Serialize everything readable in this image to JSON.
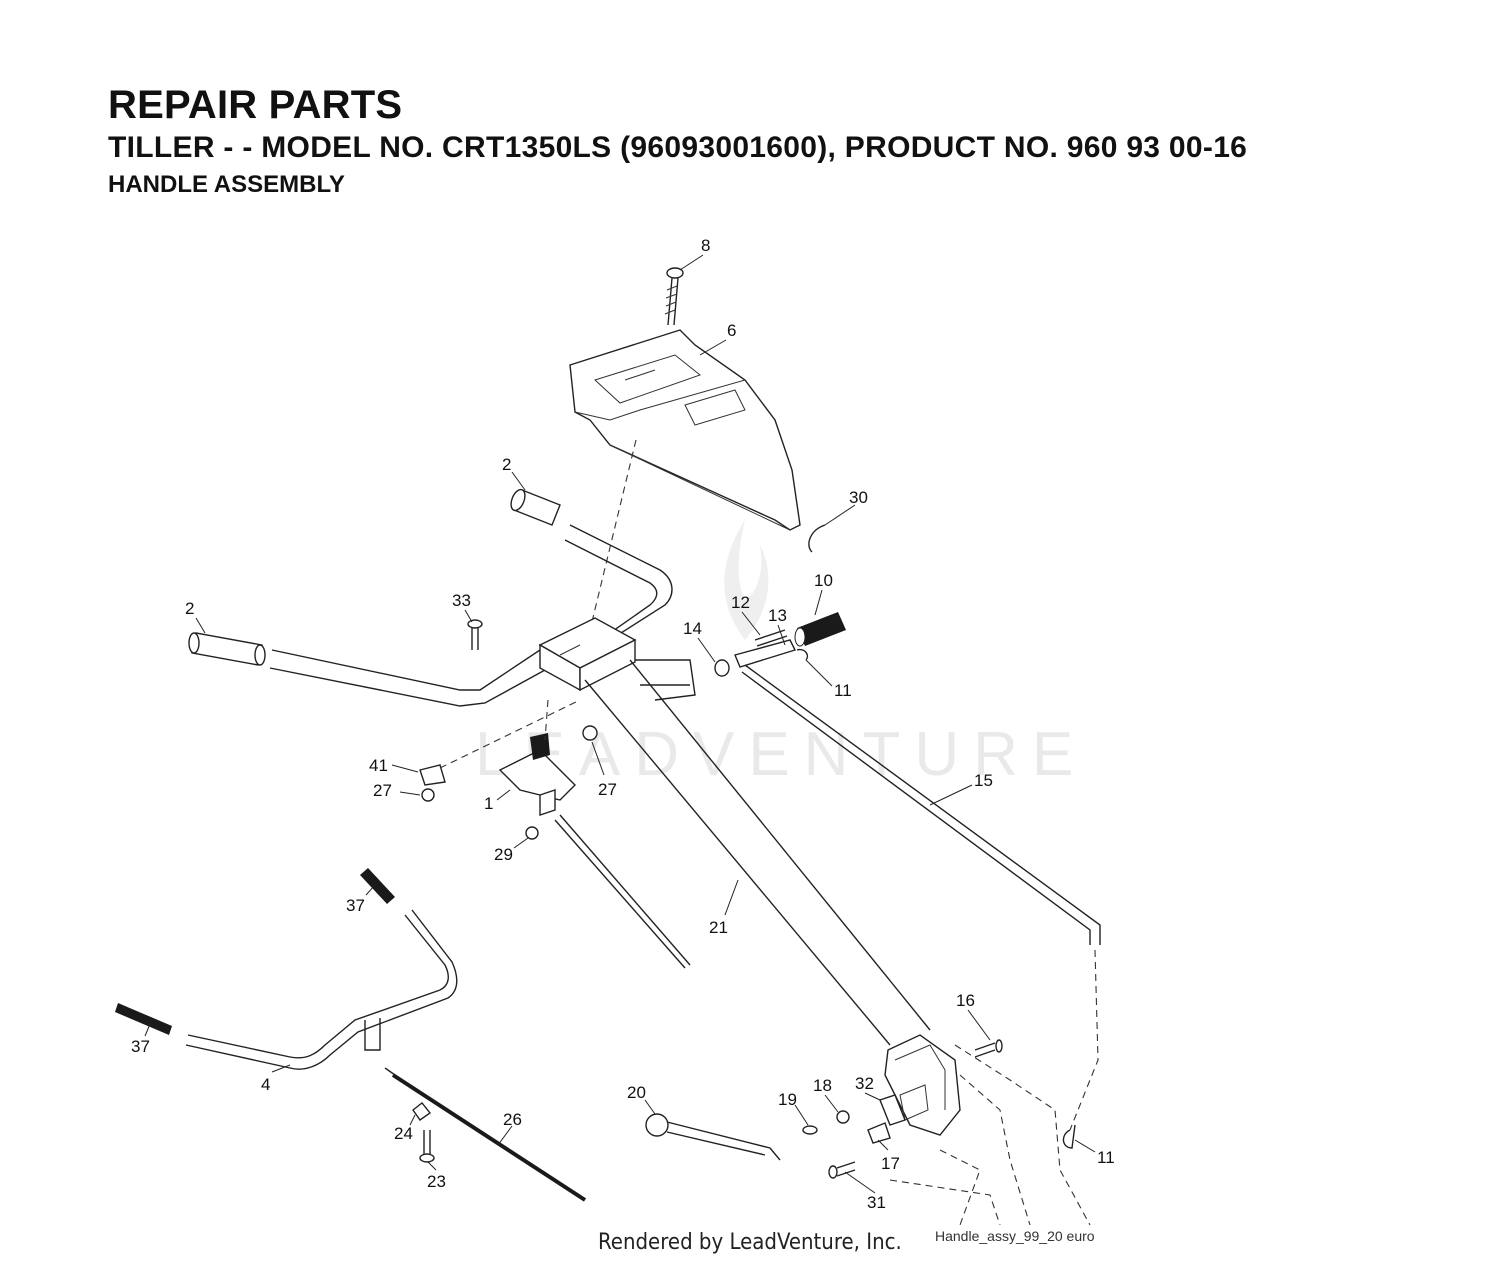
{
  "header": {
    "title": "REPAIR PARTS",
    "subtitle": "TILLER - - MODEL NO. CRT1350LS (96093001600), PRODUCT NO. 960 93 00-16",
    "section": "HANDLE ASSEMBLY"
  },
  "callouts": [
    {
      "id": "c8",
      "label": "8"
    },
    {
      "id": "c6",
      "label": "6"
    },
    {
      "id": "c2a",
      "label": "2"
    },
    {
      "id": "c30",
      "label": "30"
    },
    {
      "id": "c2b",
      "label": "2"
    },
    {
      "id": "c33",
      "label": "33"
    },
    {
      "id": "c10",
      "label": "10"
    },
    {
      "id": "c12",
      "label": "12"
    },
    {
      "id": "c13",
      "label": "13"
    },
    {
      "id": "c14",
      "label": "14"
    },
    {
      "id": "c11a",
      "label": "11"
    },
    {
      "id": "c41",
      "label": "41"
    },
    {
      "id": "c27a",
      "label": "27"
    },
    {
      "id": "c27b",
      "label": "27"
    },
    {
      "id": "c1",
      "label": "1"
    },
    {
      "id": "c15",
      "label": "15"
    },
    {
      "id": "c29",
      "label": "29"
    },
    {
      "id": "c37a",
      "label": "37"
    },
    {
      "id": "c21",
      "label": "21"
    },
    {
      "id": "c37b",
      "label": "37"
    },
    {
      "id": "c16",
      "label": "16"
    },
    {
      "id": "c4",
      "label": "4"
    },
    {
      "id": "c20",
      "label": "20"
    },
    {
      "id": "c18",
      "label": "18"
    },
    {
      "id": "c32",
      "label": "32"
    },
    {
      "id": "c19",
      "label": "19"
    },
    {
      "id": "c26",
      "label": "26"
    },
    {
      "id": "c24",
      "label": "24"
    },
    {
      "id": "c17",
      "label": "17"
    },
    {
      "id": "c11b",
      "label": "11"
    },
    {
      "id": "c23",
      "label": "23"
    },
    {
      "id": "c31",
      "label": "31"
    }
  ],
  "watermark": "LEADVENTURE",
  "footer": {
    "credit": "Rendered by LeadVenture, Inc.",
    "reference": "Handle_assy_99_20 euro"
  }
}
